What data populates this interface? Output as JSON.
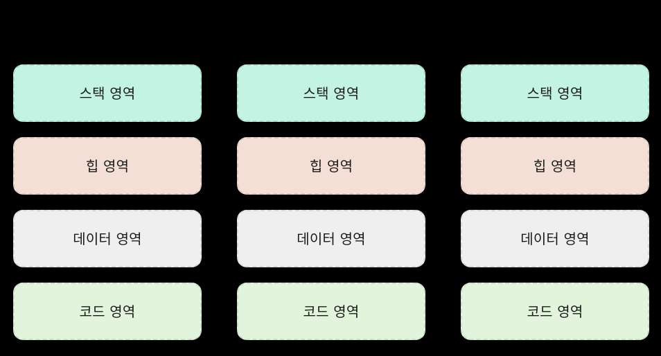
{
  "diagram": {
    "type": "memory-layout",
    "background_color": "#000000",
    "text_color": "#1a1a1a",
    "column_count": 3,
    "row_count": 4,
    "columns": [
      {
        "name": "process-1",
        "rows": [
          {
            "label": "스택 영역",
            "region": "stack",
            "fill": "#c3f3e2",
            "border": "#a9ddcb"
          },
          {
            "label": "힙 영역",
            "region": "heap",
            "fill": "#f3dfd5",
            "border": "#dcc8be"
          },
          {
            "label": "데이터 영역",
            "region": "data",
            "fill": "#efeff0",
            "border": "#d8d8d9"
          },
          {
            "label": "코드 영역",
            "region": "code",
            "fill": "#e3f4dc",
            "border": "#cadfc3"
          }
        ]
      },
      {
        "name": "process-2",
        "rows": [
          {
            "label": "스택 영역",
            "region": "stack",
            "fill": "#c3f3e2",
            "border": "#a9ddcb"
          },
          {
            "label": "힙 영역",
            "region": "heap",
            "fill": "#f3dfd5",
            "border": "#dcc8be"
          },
          {
            "label": "데이터 영역",
            "region": "data",
            "fill": "#efeff0",
            "border": "#d8d8d9"
          },
          {
            "label": "코드 영역",
            "region": "code",
            "fill": "#e3f4dc",
            "border": "#cadfc3"
          }
        ]
      },
      {
        "name": "process-3",
        "rows": [
          {
            "label": "스택 영역",
            "region": "stack",
            "fill": "#c3f3e2",
            "border": "#a9ddcb"
          },
          {
            "label": "힙 영역",
            "region": "heap",
            "fill": "#f3dfd5",
            "border": "#dcc8be"
          },
          {
            "label": "데이터 영역",
            "region": "data",
            "fill": "#efeff0",
            "border": "#d8d8d9"
          },
          {
            "label": "코드 영역",
            "region": "code",
            "fill": "#e3f4dc",
            "border": "#cadfc3"
          }
        ]
      }
    ]
  }
}
